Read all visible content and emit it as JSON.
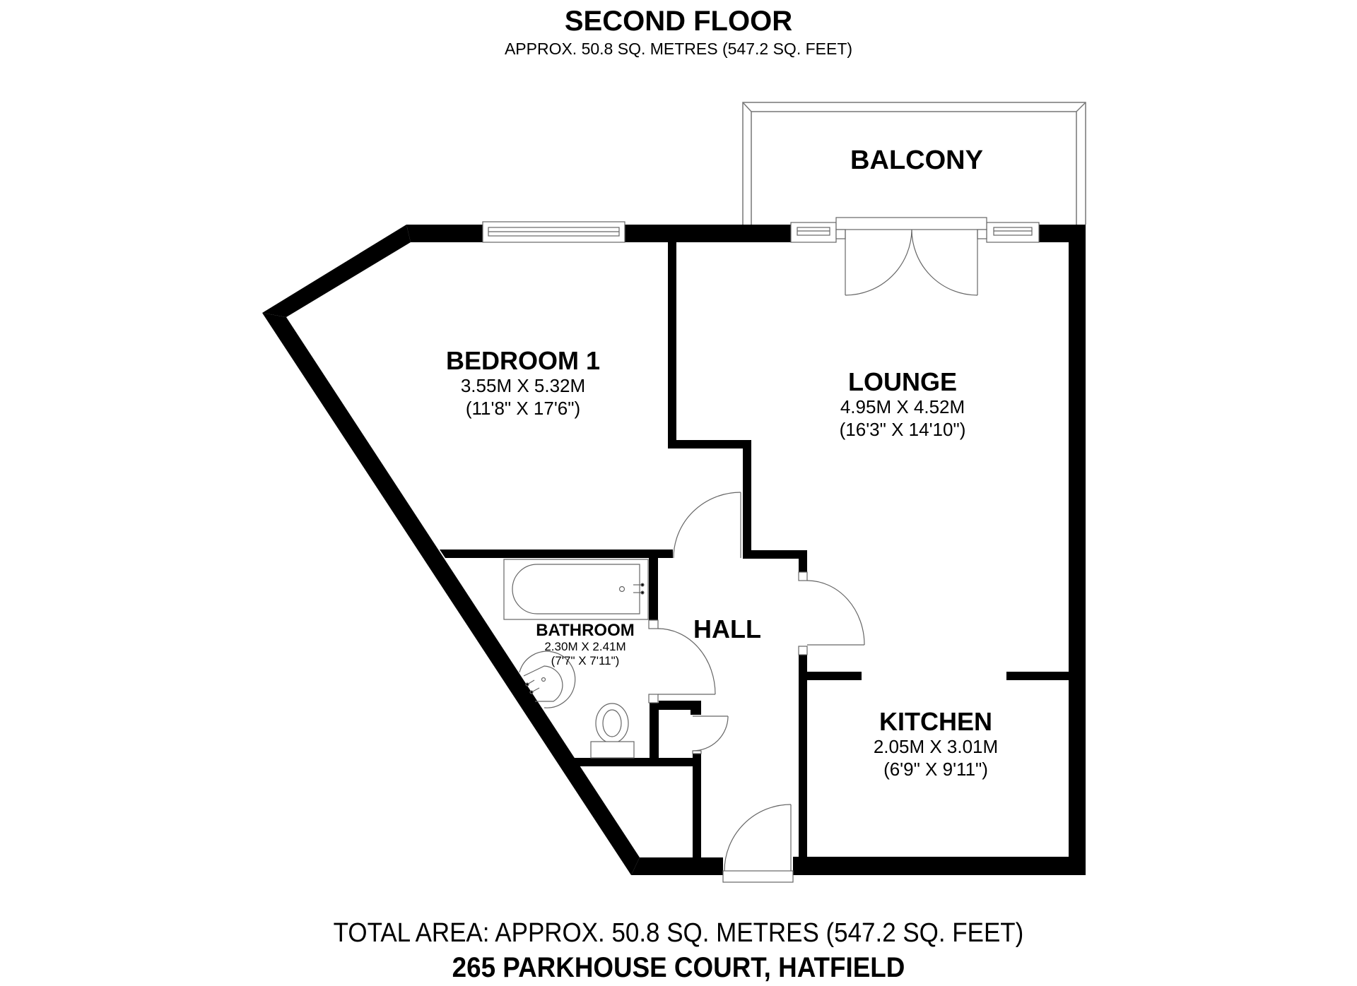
{
  "header": {
    "title": "SECOND FLOOR",
    "subtitle": "APPROX. 50.8 SQ. METRES (547.2 SQ. FEET)"
  },
  "rooms": {
    "balcony": {
      "name": "BALCONY"
    },
    "bedroom1": {
      "name": "BEDROOM 1",
      "dim_metric": "3.55M X 5.32M",
      "dim_imperial": "(11'8\" X 17'6\")"
    },
    "lounge": {
      "name": "LOUNGE",
      "dim_metric": "4.95M X 4.52M",
      "dim_imperial": "(16'3\" X 14'10\")"
    },
    "bathroom": {
      "name": "BATHROOM",
      "dim_metric": "2.30M X 2.41M",
      "dim_imperial": "(7'7\" X 7'11\")"
    },
    "hall": {
      "name": "HALL"
    },
    "kitchen": {
      "name": "KITCHEN",
      "dim_metric": "2.05M X 3.01M",
      "dim_imperial": "(6'9\" X 9'11\")"
    }
  },
  "footer": {
    "total_area": "TOTAL AREA: APPROX. 50.8 SQ. METRES (547.2 SQ. FEET)",
    "address": "265 PARKHOUSE COURT, HATFIELD"
  },
  "colors": {
    "wall": "#000000",
    "fixture_line": "#808080",
    "background": "#ffffff"
  }
}
